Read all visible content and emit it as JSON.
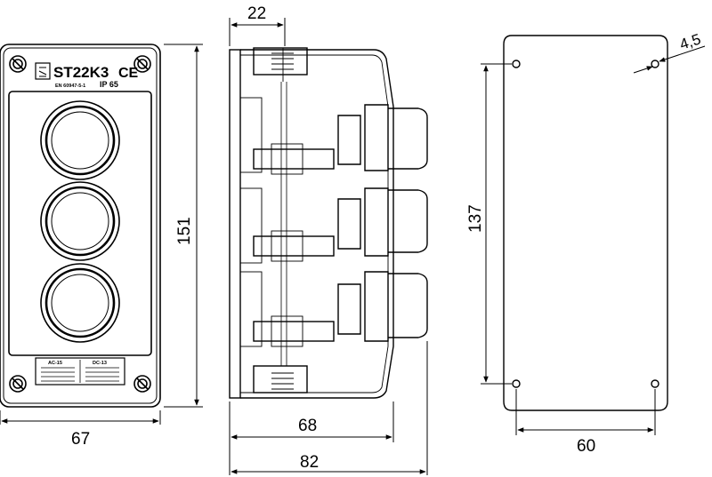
{
  "front_view": {
    "model_label": "ST22K3",
    "ce_mark": "CE",
    "standard": "EN 60947-5-1",
    "ip_rating": "IP 65",
    "button_count": 3,
    "rating_plate": {
      "left_header": "AC-15",
      "right_header": "DC-13"
    }
  },
  "dimensions": {
    "front_width": "67",
    "front_height": "151",
    "side_top": "22",
    "side_depth_body": "68",
    "side_depth_total": "82",
    "mount_height": "137",
    "mount_width": "60",
    "mount_hole": "4,5"
  },
  "colors": {
    "line": "#000000",
    "background": "#ffffff"
  }
}
